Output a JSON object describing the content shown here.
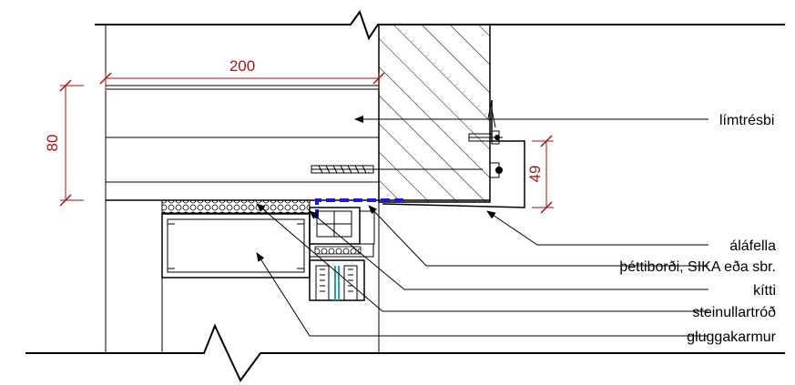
{
  "dimensions": {
    "width_label": "200",
    "height_label": "80",
    "flashing_label": "49"
  },
  "callouts": [
    {
      "id": "timber-beam",
      "text": "límtrésbi"
    },
    {
      "id": "flashing",
      "text": "áláfella"
    },
    {
      "id": "sealant-strip",
      "text": "þéttiborði, SIKA eða sbr."
    },
    {
      "id": "putty",
      "text": "kítti"
    },
    {
      "id": "rockwool",
      "text": "steinullartróð"
    },
    {
      "id": "window-frame",
      "text": "gluggakarmur"
    }
  ],
  "colors": {
    "line": "#000000",
    "dimension": "#9a1a1a",
    "membrane": "#1a1adf",
    "glass": "#2aa0a0"
  }
}
